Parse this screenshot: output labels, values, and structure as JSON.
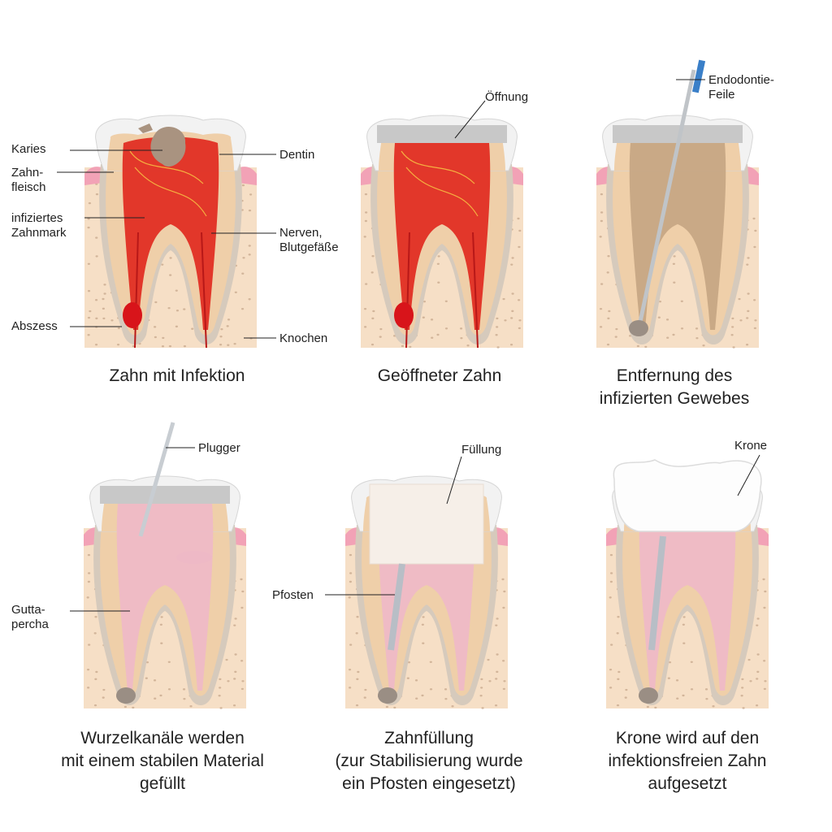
{
  "colors": {
    "bone": "#f6dfc6",
    "bone_dots": "#c7a78c",
    "gum": "#f2a2b6",
    "enamel": "#f2f2f2",
    "dentin": "#efcfa9",
    "cementum": "#d6cabc",
    "pulp_infected": "#e0261c",
    "pulp_cleaned": "#c4a482",
    "gutta_percha": "#eeb9c6",
    "abscess": "#d8141a",
    "filling_temp": "#c8c8c8",
    "post": "#b8bec6",
    "crown": "#fdfdfd",
    "instrument_handle": "#3a7fc8",
    "leader_line": "#222222"
  },
  "panels": [
    {
      "id": "infected",
      "caption": "Zahn mit Infektion",
      "callouts": [
        {
          "text": "Karies"
        },
        {
          "text": "Zahn-\nfleisch"
        },
        {
          "text": "infiziertes\nZahnmark"
        },
        {
          "text": "Abszess"
        },
        {
          "text": "Dentin"
        },
        {
          "text": "Nerven,\nBlutgefäße"
        },
        {
          "text": "Knochen"
        }
      ]
    },
    {
      "id": "opened",
      "caption": "Geöffneter Zahn",
      "callouts": [
        {
          "text": "Öffnung"
        }
      ]
    },
    {
      "id": "removal",
      "caption": "Entfernung des\ninfizierten Gewebes",
      "callouts": [
        {
          "text": "Endodontie-\nFeile"
        }
      ]
    },
    {
      "id": "filled_canals",
      "caption": "Wurzelkanäle werden\nmit einem stabilen Material\ngefüllt",
      "callouts": [
        {
          "text": "Plugger"
        },
        {
          "text": "Gutta-\npercha"
        }
      ]
    },
    {
      "id": "filling",
      "caption": "Zahnfüllung\n(zur Stabilisierung wurde\nein Pfosten eingesetzt)",
      "callouts": [
        {
          "text": "Füllung"
        },
        {
          "text": "Pfosten"
        }
      ]
    },
    {
      "id": "crown",
      "caption": "Krone wird auf den\ninfektionsfreien Zahn\naufgesetzt",
      "callouts": [
        {
          "text": "Krone"
        }
      ]
    }
  ]
}
